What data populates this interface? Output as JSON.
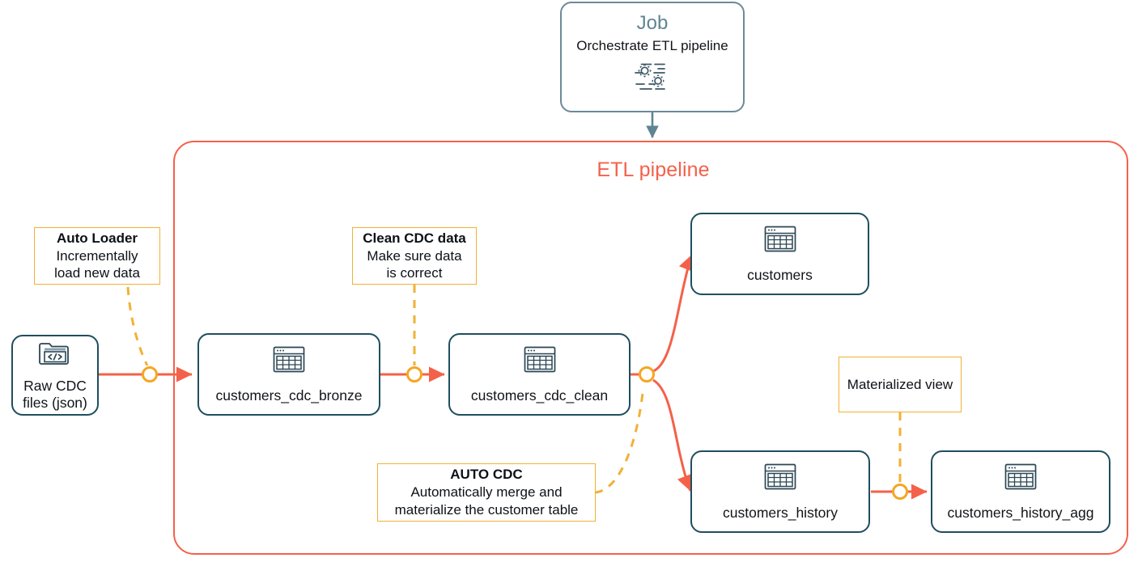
{
  "diagram": {
    "title": "ETL pipeline",
    "accent_orange": "#F4614A",
    "accent_yellow": "#F2B135",
    "accent_teal": "#1F4E5F",
    "job_title_color": "#5F8494"
  },
  "job": {
    "title": "Job",
    "subtitle": "Orchestrate ETL pipeline",
    "icon": "gears-workflow-icon"
  },
  "pipeline": {
    "label": "ETL pipeline"
  },
  "nodes": [
    {
      "id": "raw-cdc-files",
      "label_line1": "Raw CDC",
      "label_line2": "files (json)",
      "icon": "folder-code-icon"
    },
    {
      "id": "customers-cdc-bronze",
      "label": "customers_cdc_bronze",
      "icon": "table-icon"
    },
    {
      "id": "customers-cdc-clean",
      "label": "customers_cdc_clean",
      "icon": "table-icon"
    },
    {
      "id": "customers",
      "label": "customers",
      "icon": "table-icon"
    },
    {
      "id": "customers-history",
      "label": "customers_history",
      "icon": "table-icon"
    },
    {
      "id": "customers-history-agg",
      "label": "customers_history_agg",
      "icon": "table-icon"
    }
  ],
  "notes": [
    {
      "id": "auto-loader-note",
      "title": "Auto Loader",
      "body_line1": "Incrementally",
      "body_line2": "load new data"
    },
    {
      "id": "clean-cdc-note",
      "title": "Clean CDC data",
      "body_line1": "Make sure data",
      "body_line2": "is correct"
    },
    {
      "id": "auto-cdc-note",
      "title": "AUTO CDC",
      "body_line1": "Automatically merge and",
      "body_line2": "materialize the customer table"
    },
    {
      "id": "materialized-view-note",
      "title": "Materialized view"
    }
  ]
}
